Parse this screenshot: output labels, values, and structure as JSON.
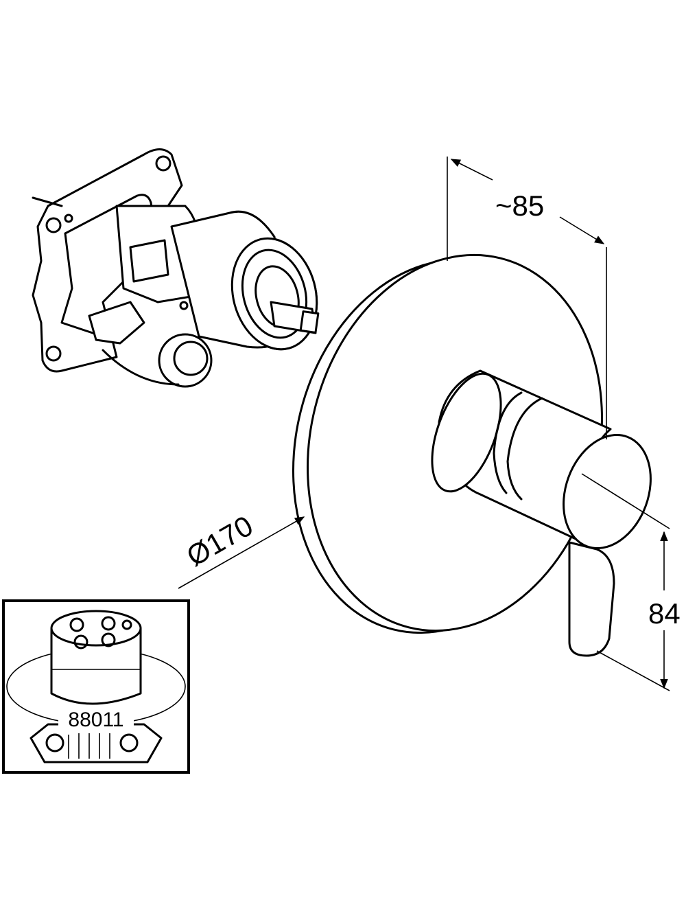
{
  "dimensions": {
    "depth": {
      "label": "~85"
    },
    "diameter": {
      "label": "Ø170"
    },
    "height": {
      "label": "84"
    }
  },
  "inset": {
    "part_number": "88011"
  },
  "icons": [
    "valve-body-icon",
    "faucet-trim-icon",
    "rough-in-box-icon"
  ]
}
